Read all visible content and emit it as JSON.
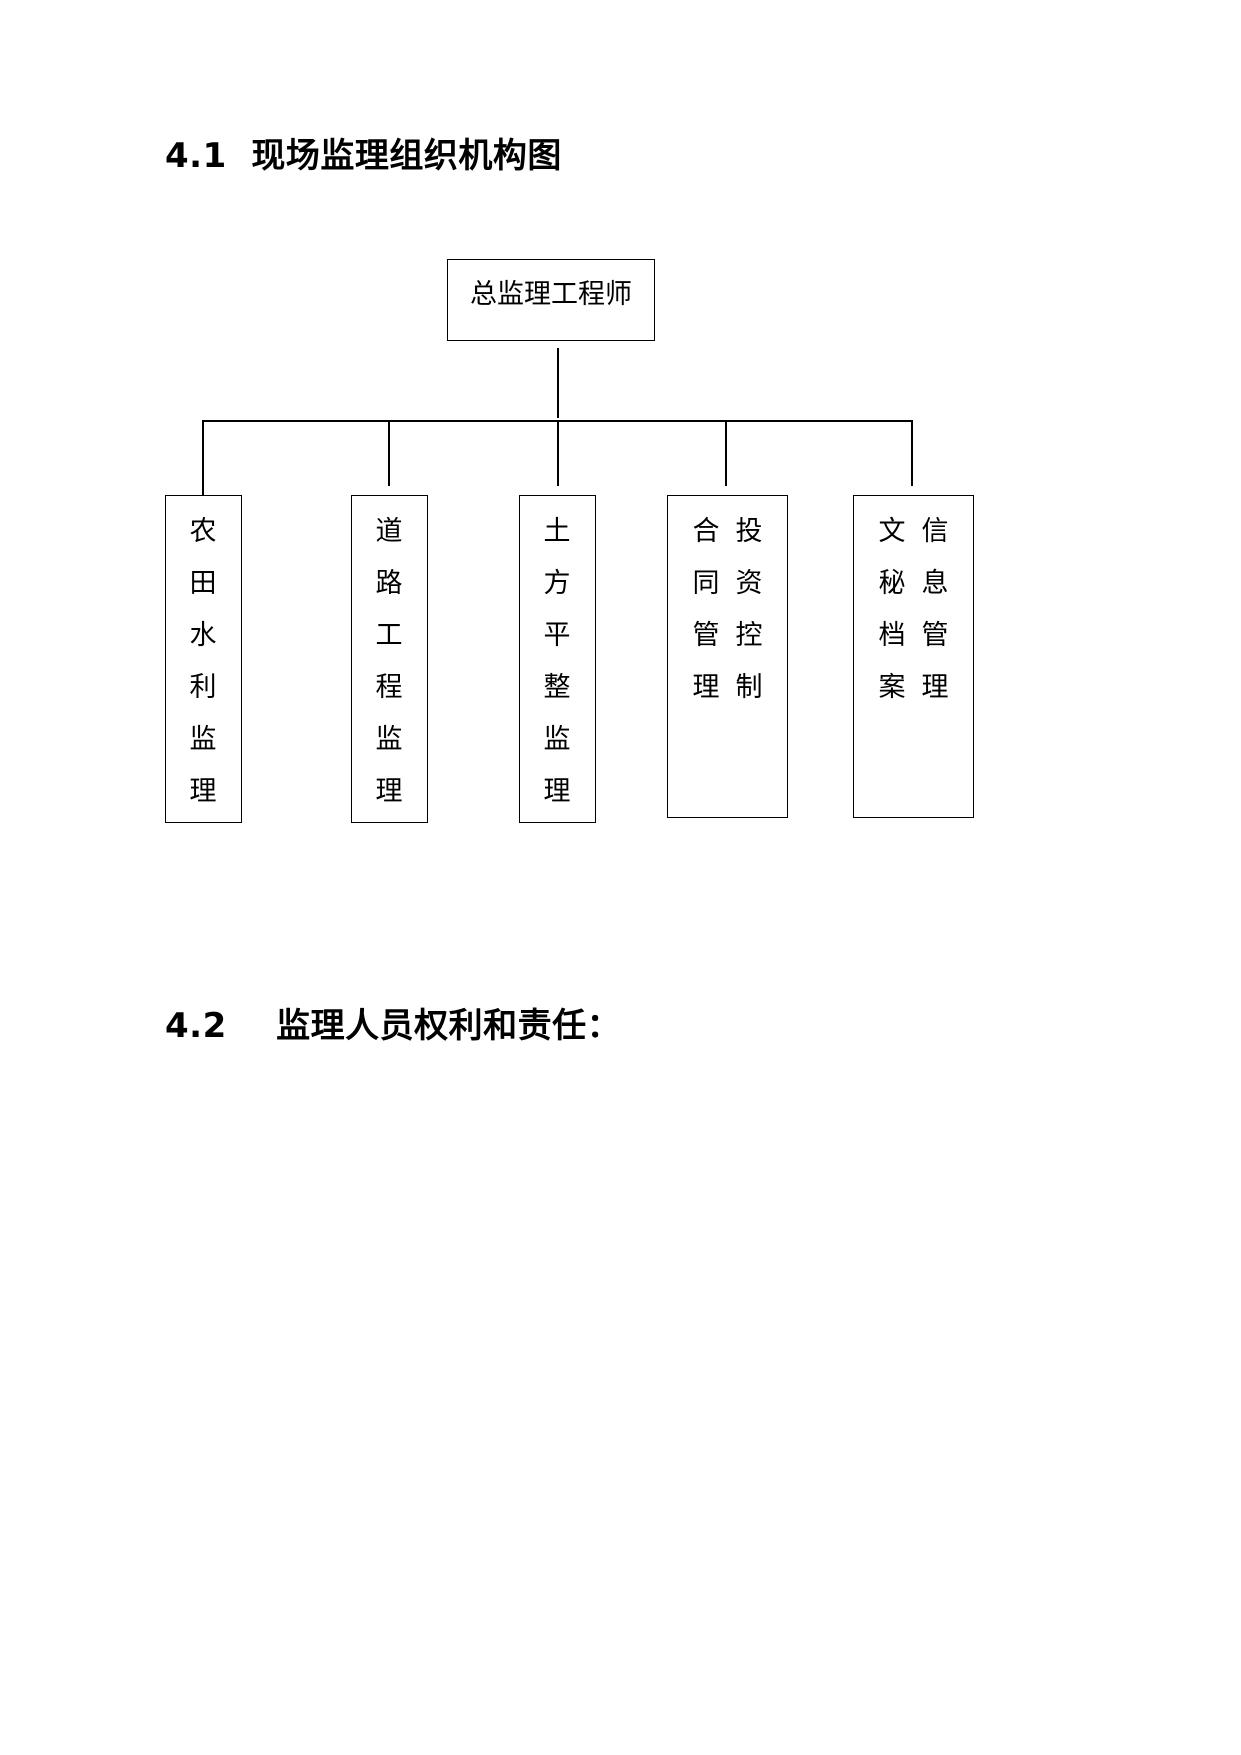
{
  "sections": {
    "s1_title": "4.1  现场监理组织机构图",
    "s2_title": "4.2    监理人员权利和责任："
  },
  "org_chart": {
    "root": "总监理工程师",
    "children": [
      {
        "id": "farmland",
        "columns": [
          [
            "农",
            "田",
            "水",
            "利",
            "监",
            "理"
          ]
        ]
      },
      {
        "id": "road",
        "columns": [
          [
            "道",
            "路",
            "工",
            "程",
            "监",
            "理"
          ]
        ]
      },
      {
        "id": "earthwork",
        "columns": [
          [
            "土",
            "方",
            "平",
            "整",
            "监",
            "理"
          ]
        ]
      },
      {
        "id": "contract",
        "columns": [
          [
            "合",
            "同",
            "管",
            "理"
          ],
          [
            "投",
            "资",
            "控",
            "制"
          ]
        ]
      },
      {
        "id": "secretary",
        "columns": [
          [
            "文",
            "秘",
            "档",
            "案"
          ],
          [
            "信",
            "息",
            "管",
            "理"
          ]
        ]
      }
    ]
  }
}
